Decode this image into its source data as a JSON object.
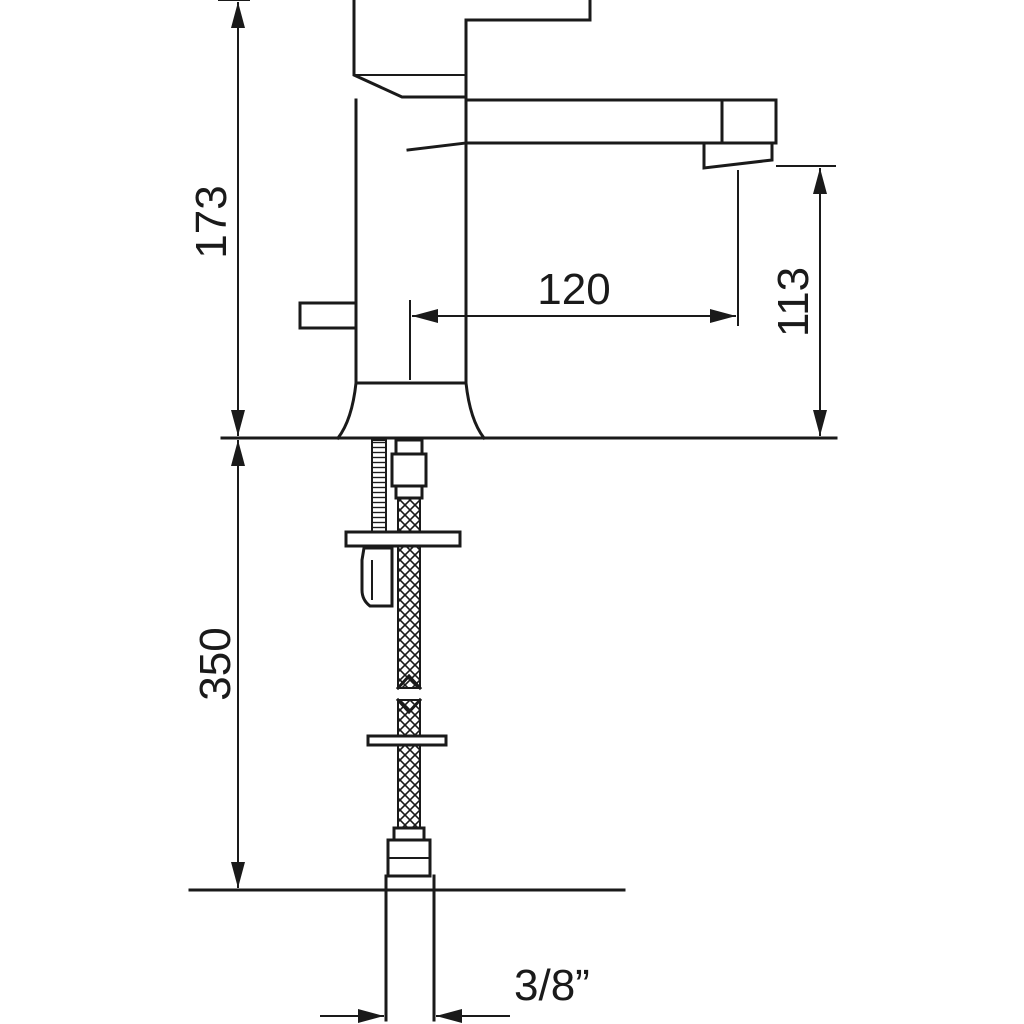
{
  "dimensions": {
    "total_height": "173",
    "spout_reach": "120",
    "spout_height": "113",
    "hose_length": "350",
    "thread_size": "3/8”"
  },
  "colors": {
    "line": "#1a1a1a",
    "background": "#ffffff"
  }
}
